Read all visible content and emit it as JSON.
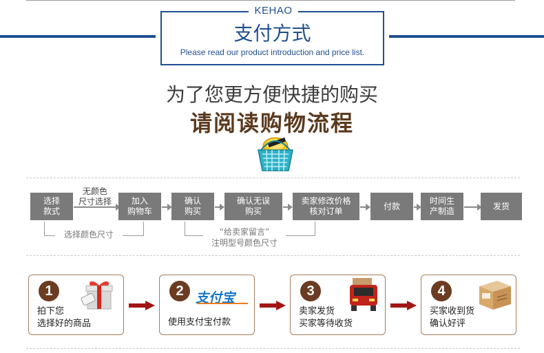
{
  "header": {
    "brand": "KEHAO",
    "title": "支付方式",
    "subtitle": "Please read our product introduction and price list."
  },
  "headline": {
    "line1": "为了您更方便快捷的购买",
    "line2": "请阅读购物流程"
  },
  "flow": {
    "steps": [
      {
        "id": "select-style",
        "line1": "选择",
        "line2": "款式"
      },
      {
        "id": "add-cart",
        "line1": "加入",
        "line2": "购物车"
      },
      {
        "id": "confirm-buy",
        "line1": "确认",
        "line2": "购买"
      },
      {
        "id": "confirm-ok",
        "line1": "确认无误",
        "line2": "购买"
      },
      {
        "id": "seller-price",
        "line1": "卖家修改价格",
        "line2": "核对订单"
      },
      {
        "id": "pay",
        "line1": "付款",
        "line2": ""
      },
      {
        "id": "time-produce",
        "line1": "时间生",
        "line2": "产制造"
      },
      {
        "id": "ship",
        "line1": "发货",
        "line2": ""
      }
    ],
    "note_top_l1": "无颜色",
    "note_top_l2": "尺寸选择",
    "note_bottom_1": "选择颜色尺寸",
    "note_bottom_2_l1": "“给卖家留言”",
    "note_bottom_2_l2": "注明型号颜色尺寸"
  },
  "cards": [
    {
      "num": "1",
      "line1": "拍下您",
      "line2": "选择好的商品",
      "icon": "gift-box-icon"
    },
    {
      "num": "2",
      "line1": "使用支付宝付款",
      "line2": "",
      "logo": "支付宝",
      "icon": "alipay-logo"
    },
    {
      "num": "3",
      "line1": "卖家发货",
      "line2": "买家等待收货",
      "icon": "truck-icon"
    },
    {
      "num": "4",
      "line1": "买家收到货",
      "line2": "确认好评",
      "icon": "package-icon"
    }
  ],
  "colors": {
    "accent": "#1f4f8f",
    "brown": "#6b3c22",
    "arrow": "#a31515",
    "step_bg": "#7a7a7a"
  }
}
